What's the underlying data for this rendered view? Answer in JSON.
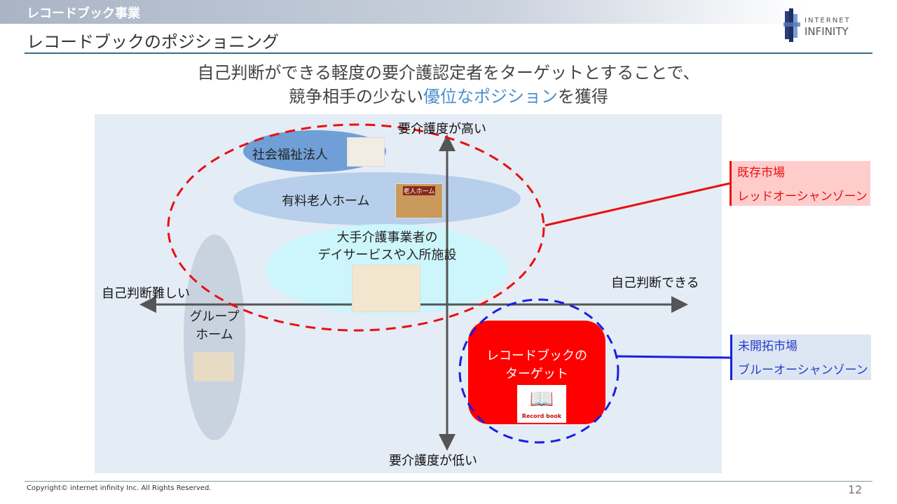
{
  "header": {
    "section": "レコードブック事業",
    "title": "レコードブックのポジショニング",
    "logo_top": "INTERNET",
    "logo_bottom": "INFINITY"
  },
  "headline": {
    "line1": "自己判断ができる軽度の要介護認定者をターゲットとすることで、",
    "line2_pre": "競争相手の少ない",
    "line2_highlight": "優位なポジション",
    "line2_post": "を獲得"
  },
  "axes": {
    "top": "要介護度が高い",
    "bottom": "要介護度が低い",
    "left": "自己判断難しい",
    "right": "自己判断できる"
  },
  "segments": {
    "social": "社会福祉法人",
    "paid_home": "有料老人ホーム",
    "major_line1": "大手介護事業者の",
    "major_line2": "デイサービスや入所施設",
    "group_line1": "グループ",
    "group_line2": "ホーム",
    "target_line1": "レコードブックの",
    "target_line2": "ターゲット",
    "record_book_logo": "Record book",
    "home_sign": "老人ホーム"
  },
  "callouts": {
    "red": {
      "title": "既存市場",
      "sub": "レッドオーシャンゾーン",
      "color": "#e81010"
    },
    "blue": {
      "title": "未開拓市場",
      "sub": "ブルーオーシャンゾーン",
      "color": "#2a3ccc"
    }
  },
  "footer": {
    "copyright": "Copyright© internet infinity Inc. All Rights Reserved.",
    "page": "12"
  }
}
